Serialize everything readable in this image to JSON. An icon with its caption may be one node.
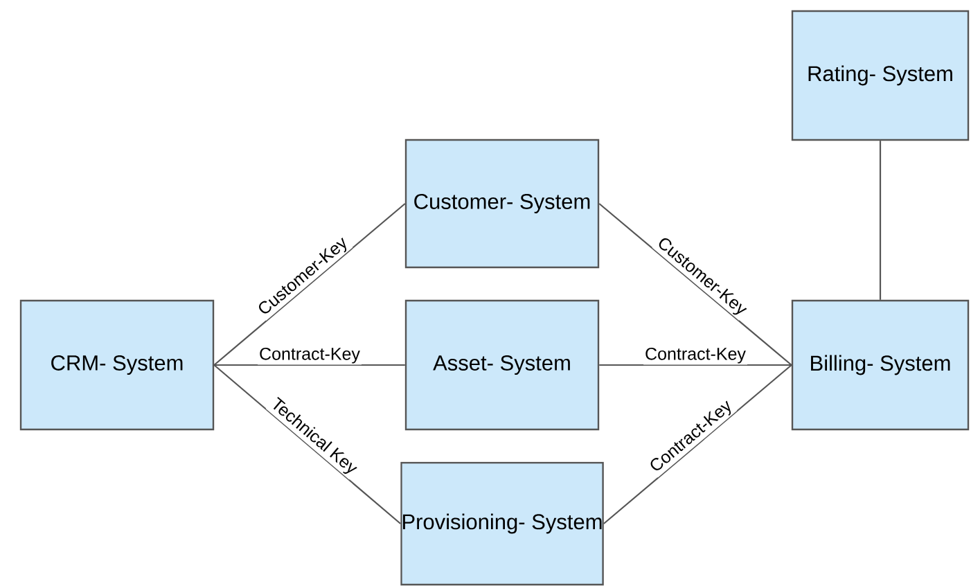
{
  "diagram": {
    "nodes": [
      {
        "text": [
          "Rating- System"
        ]
      },
      {
        "text": [
          "Customer- System"
        ]
      },
      {
        "text": [
          "CRM- System"
        ]
      },
      {
        "text": [
          "Asset- System"
        ]
      },
      {
        "text": [
          "Billing- System"
        ]
      },
      {
        "text": [
          "Provisioning- System"
        ]
      }
    ],
    "edges": [
      {
        "from": 2,
        "to": 1,
        "arrow": "none",
        "label": "Customer-Key"
      },
      {
        "from": 2,
        "to": 3,
        "arrow": "none",
        "label": "Contract-Key"
      },
      {
        "from": 2,
        "to": 5,
        "arrow": "none",
        "label": "Technical Key"
      },
      {
        "from": 1,
        "to": 4,
        "arrow": "none",
        "label": "Customer-Key"
      },
      {
        "from": 3,
        "to": 4,
        "arrow": "none",
        "label": "Contract-Key"
      },
      {
        "from": 5,
        "to": 4,
        "arrow": "none",
        "label": "Contract-Key"
      },
      {
        "from": 0,
        "to": 4,
        "arrow": "none"
      }
    ]
  }
}
